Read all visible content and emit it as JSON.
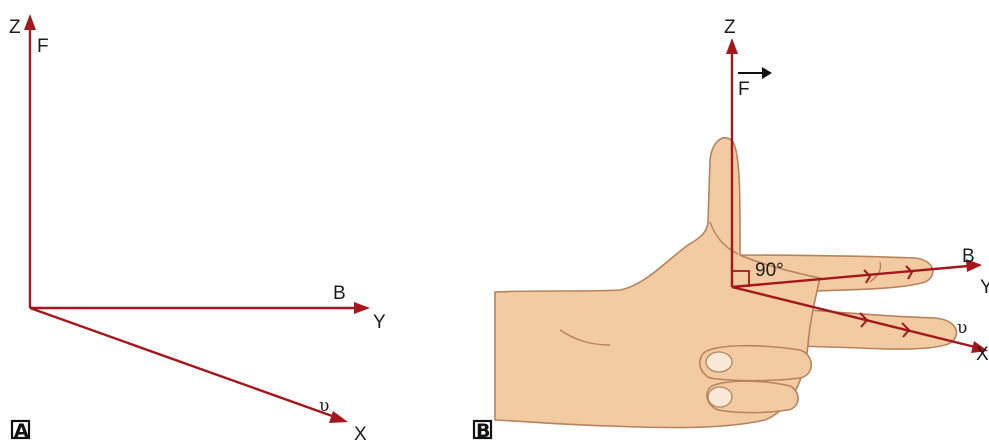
{
  "panel_a": {
    "tag": "A",
    "axes": {
      "z_label": "Z",
      "y_label": "Y",
      "x_label": "X"
    },
    "vectors": {
      "force_label": "F",
      "field_label": "B",
      "velocity_label": "υ"
    }
  },
  "panel_b": {
    "tag": "B",
    "axes": {
      "z_label": "Z",
      "y_label": "Y",
      "x_label": "X"
    },
    "vectors": {
      "force_label": "F",
      "field_label": "B",
      "velocity_label": "υ"
    },
    "angle_label": "90°"
  },
  "colors": {
    "axis": "#a4171c",
    "skin": "#f2cba2",
    "skin_outline": "#b7835f",
    "text": "#1c1c1c"
  }
}
